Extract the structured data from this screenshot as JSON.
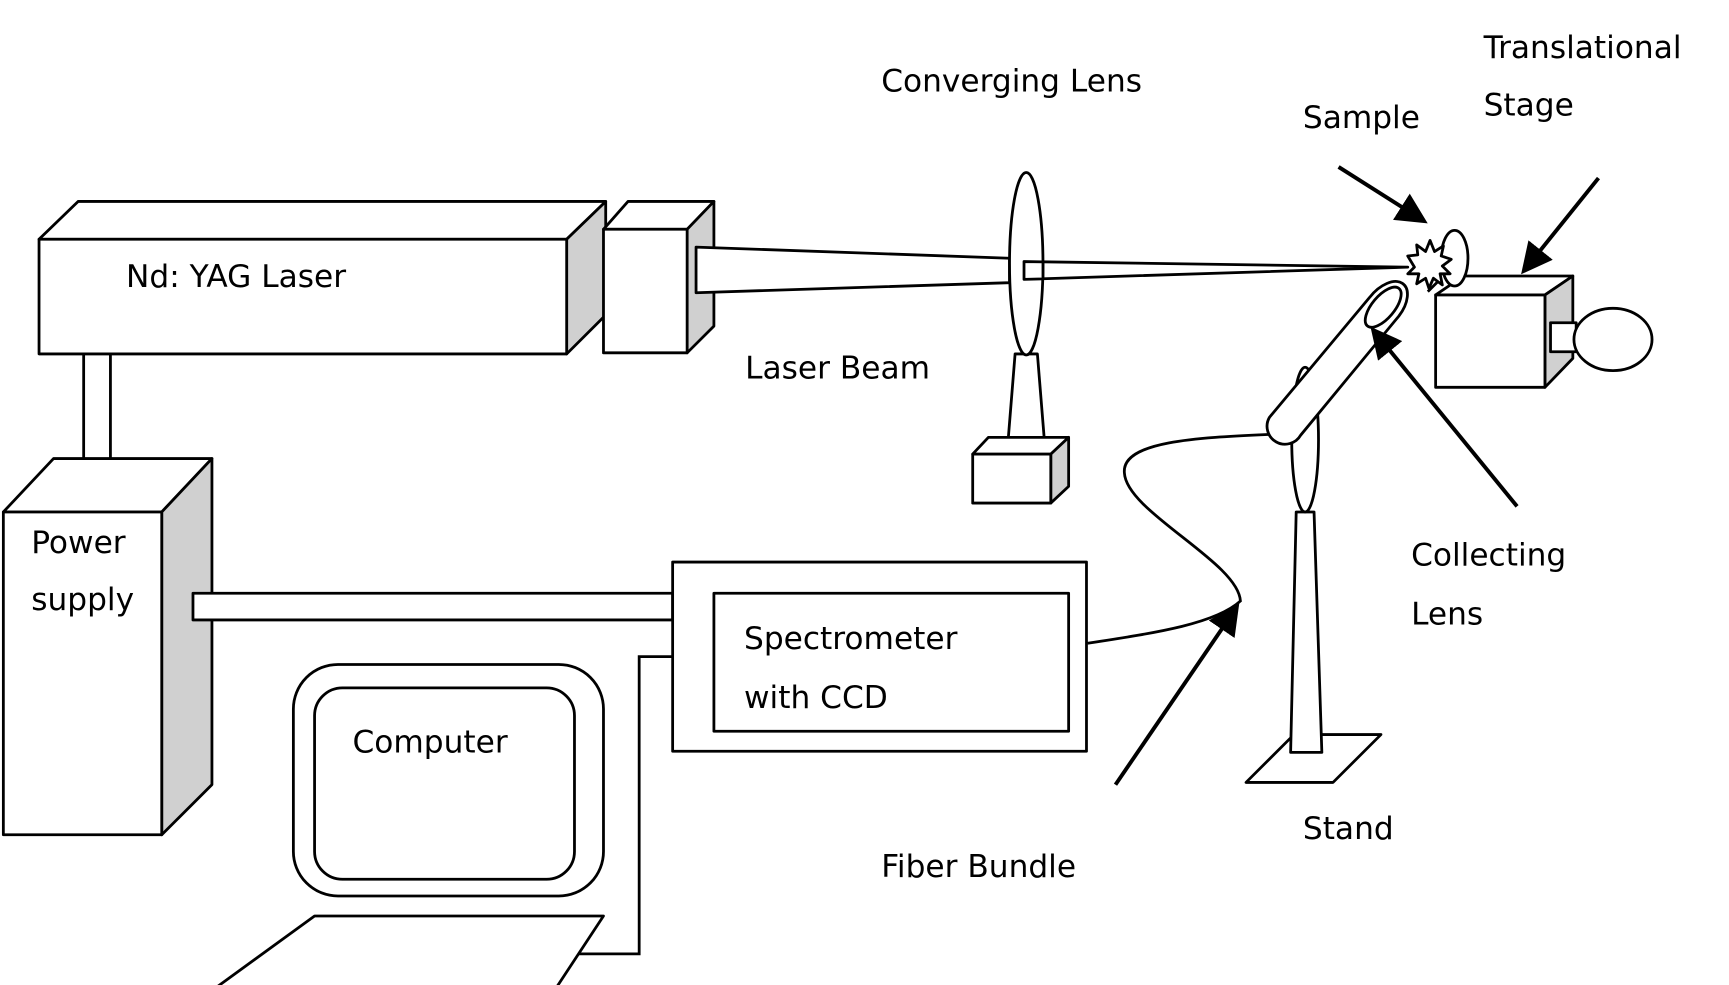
{
  "labels": {
    "laser": "Nd: YAG Laser",
    "converging_lens": "Converging Lens",
    "laser_beam": "Laser Beam",
    "sample": "Sample",
    "translational_stage_line1": "Translational",
    "translational_stage_line2": "Stage",
    "power_supply_line1": "Power",
    "power_supply_line2": "supply",
    "spectrometer_line1": "Spectrometer",
    "spectrometer_line2": "with CCD",
    "computer": "Computer",
    "collecting_lens_line1": "Collecting",
    "collecting_lens_line2": "Lens",
    "stand": "Stand",
    "fiber_bundle": "Fiber Bundle"
  },
  "colors": {
    "side_face": "#d0d0d0",
    "stroke": "#000000",
    "background": "#ffffff"
  }
}
